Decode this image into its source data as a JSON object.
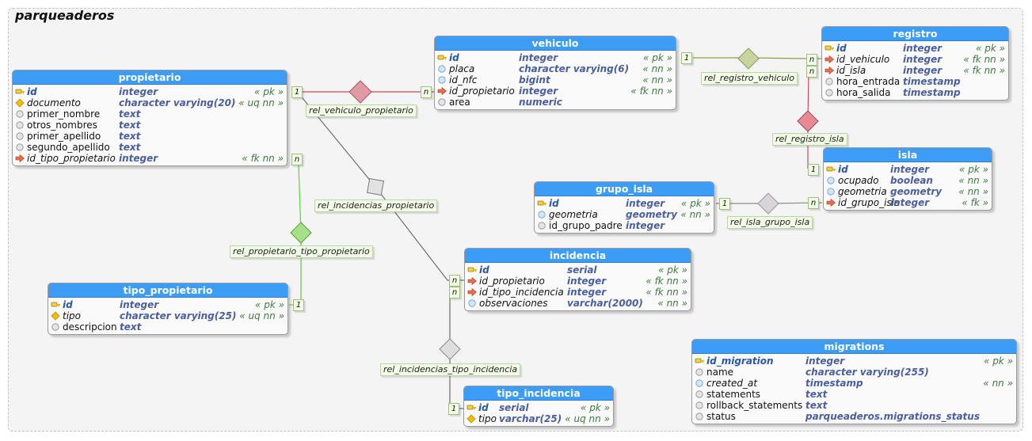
{
  "schema": {
    "title": "parqueaderos"
  },
  "colors": {
    "header": "#3d9cf5",
    "rel_red": "#d04a5a",
    "rel_olive": "#8ea040",
    "rel_green": "#6ad14a",
    "rel_gray": "#707070"
  },
  "tables": {
    "vehiculo": {
      "title": "vehiculo",
      "columns": [
        {
          "icon": "pk-key-icon",
          "name": "id",
          "type": "integer",
          "flags": "« pk »",
          "pk": true
        },
        {
          "icon": "nn-circle-icon",
          "name": "placa",
          "type": "character varying(6)",
          "flags": "« nn »",
          "italic": true
        },
        {
          "icon": "nn-circle-icon",
          "name": "id_nfc",
          "type": "bigint",
          "flags": "« nn »",
          "italic": true
        },
        {
          "icon": "fk-arrow-icon",
          "name": "id_propietario",
          "type": "integer",
          "flags": "« fk nn »",
          "italic": true
        },
        {
          "icon": "column-circle-icon",
          "name": "area",
          "type": "numeric",
          "flags": ""
        }
      ]
    },
    "registro": {
      "title": "registro",
      "columns": [
        {
          "icon": "pk-key-icon",
          "name": "id",
          "type": "integer",
          "flags": "« pk »",
          "pk": true
        },
        {
          "icon": "fk-arrow-icon",
          "name": "id_vehiculo",
          "type": "integer",
          "flags": "« fk nn »",
          "italic": true
        },
        {
          "icon": "fk-arrow-icon",
          "name": "id_isla",
          "type": "integer",
          "flags": "« fk nn »",
          "italic": true
        },
        {
          "icon": "column-circle-icon",
          "name": "hora_entrada",
          "type": "timestamp",
          "flags": ""
        },
        {
          "icon": "column-circle-icon",
          "name": "hora_salida",
          "type": "timestamp",
          "flags": ""
        }
      ]
    },
    "propietario": {
      "title": "propietario",
      "columns": [
        {
          "icon": "pk-key-icon",
          "name": "id",
          "type": "integer",
          "flags": "« pk »",
          "pk": true
        },
        {
          "icon": "unique-diamond-icon",
          "name": "documento",
          "type": "character varying(20)",
          "flags": "« uq nn »",
          "italic": true
        },
        {
          "icon": "column-circle-icon",
          "name": "primer_nombre",
          "type": "text",
          "flags": ""
        },
        {
          "icon": "column-circle-icon",
          "name": "otros_nombres",
          "type": "text",
          "flags": ""
        },
        {
          "icon": "column-circle-icon",
          "name": "primer_apellido",
          "type": "text",
          "flags": ""
        },
        {
          "icon": "column-circle-icon",
          "name": "segundo_apellido",
          "type": "text",
          "flags": ""
        },
        {
          "icon": "fk-arrow-icon",
          "name": "id_tipo_propietario",
          "type": "integer",
          "flags": "« fk nn »",
          "italic": true
        }
      ]
    },
    "isla": {
      "title": "isla",
      "columns": [
        {
          "icon": "pk-key-icon",
          "name": "id",
          "type": "integer",
          "flags": "« pk »",
          "pk": true
        },
        {
          "icon": "nn-circle-icon",
          "name": "ocupado",
          "type": "boolean",
          "flags": "« nn »",
          "italic": true
        },
        {
          "icon": "nn-circle-icon",
          "name": "geometria",
          "type": "geometry",
          "flags": "« nn »",
          "italic": true
        },
        {
          "icon": "fk-arrow-icon",
          "name": "id_grupo_isla",
          "type": "integer",
          "flags": "« fk »",
          "italic": true
        }
      ]
    },
    "grupo_isla": {
      "title": "grupo_isla",
      "columns": [
        {
          "icon": "pk-key-icon",
          "name": "id",
          "type": "integer",
          "flags": "« pk »",
          "pk": true
        },
        {
          "icon": "nn-circle-icon",
          "name": "geometria",
          "type": "geometry",
          "flags": "« nn »",
          "italic": true
        },
        {
          "icon": "column-circle-icon",
          "name": "id_grupo_padre",
          "type": "integer",
          "flags": ""
        }
      ]
    },
    "incidencia": {
      "title": "incidencia",
      "columns": [
        {
          "icon": "pk-key-icon",
          "name": "id",
          "type": "serial",
          "flags": "« pk »",
          "pk": true
        },
        {
          "icon": "fk-arrow-icon",
          "name": "id_propietario",
          "type": "integer",
          "flags": "« fk nn »",
          "italic": true
        },
        {
          "icon": "fk-arrow-icon",
          "name": "id_tipo_incidencia",
          "type": "integer",
          "flags": "« fk nn »",
          "italic": true
        },
        {
          "icon": "nn-circle-icon",
          "name": "observaciones",
          "type": "varchar(2000)",
          "flags": "« nn »",
          "italic": true
        }
      ]
    },
    "tipo_propietario": {
      "title": "tipo_propietario",
      "columns": [
        {
          "icon": "pk-key-icon",
          "name": "id",
          "type": "integer",
          "flags": "« pk »",
          "pk": true
        },
        {
          "icon": "unique-diamond-icon",
          "name": "tipo",
          "type": "character varying(25)",
          "flags": "« uq nn »",
          "italic": true
        },
        {
          "icon": "column-circle-icon",
          "name": "descripcion",
          "type": "text",
          "flags": ""
        }
      ]
    },
    "migrations": {
      "title": "migrations",
      "columns": [
        {
          "icon": "pk-key-icon",
          "name": "id_migration",
          "type": "integer",
          "flags": "« pk »",
          "pk": true
        },
        {
          "icon": "column-circle-icon",
          "name": "name",
          "type": "character varying(255)",
          "flags": ""
        },
        {
          "icon": "nn-circle-icon",
          "name": "created_at",
          "type": "timestamp",
          "flags": "« nn »",
          "italic": true
        },
        {
          "icon": "column-circle-icon",
          "name": "statements",
          "type": "text",
          "flags": ""
        },
        {
          "icon": "column-circle-icon",
          "name": "rollback_statements",
          "type": "text",
          "flags": ""
        },
        {
          "icon": "column-circle-icon",
          "name": "status",
          "type": "parqueaderos.migrations_status",
          "flags": ""
        }
      ]
    },
    "tipo_incidencia": {
      "title": "tipo_incidencia",
      "columns": [
        {
          "icon": "pk-key-icon",
          "name": "id",
          "type": "serial",
          "flags": "« pk »",
          "pk": true
        },
        {
          "icon": "unique-diamond-icon",
          "name": "tipo",
          "type": "varchar(25)",
          "flags": "« uq nn »",
          "italic": true
        }
      ]
    }
  },
  "relations": {
    "rel_vehiculo_propietario": {
      "label": "rel_vehiculo_propietario",
      "color": "red",
      "from_card": "1",
      "to_card": "n"
    },
    "rel_registro_vehiculo": {
      "label": "rel_registro_vehiculo",
      "color": "olive",
      "from_card": "1",
      "to_card": "n"
    },
    "rel_registro_isla": {
      "label": "rel_registro_isla",
      "color": "red",
      "from_card": "n",
      "to_card": "1"
    },
    "rel_isla_grupo_isla": {
      "label": "rel_isla_grupo_isla",
      "color": "gray",
      "from_card": "1",
      "to_card": "n"
    },
    "rel_incidencias_propietario": {
      "label": "rel_incidencias_propietario",
      "color": "gray",
      "to_card": "n"
    },
    "rel_propietario_tipo_propietario": {
      "label": "rel_propietario_tipo_propietario",
      "color": "green",
      "from_card": "n",
      "to_card": "1"
    },
    "rel_incidencias_tipo_incidencia": {
      "label": "rel_incidencias_tipo_incidencia",
      "color": "gray",
      "from_card": "n",
      "to_card": "1"
    }
  }
}
